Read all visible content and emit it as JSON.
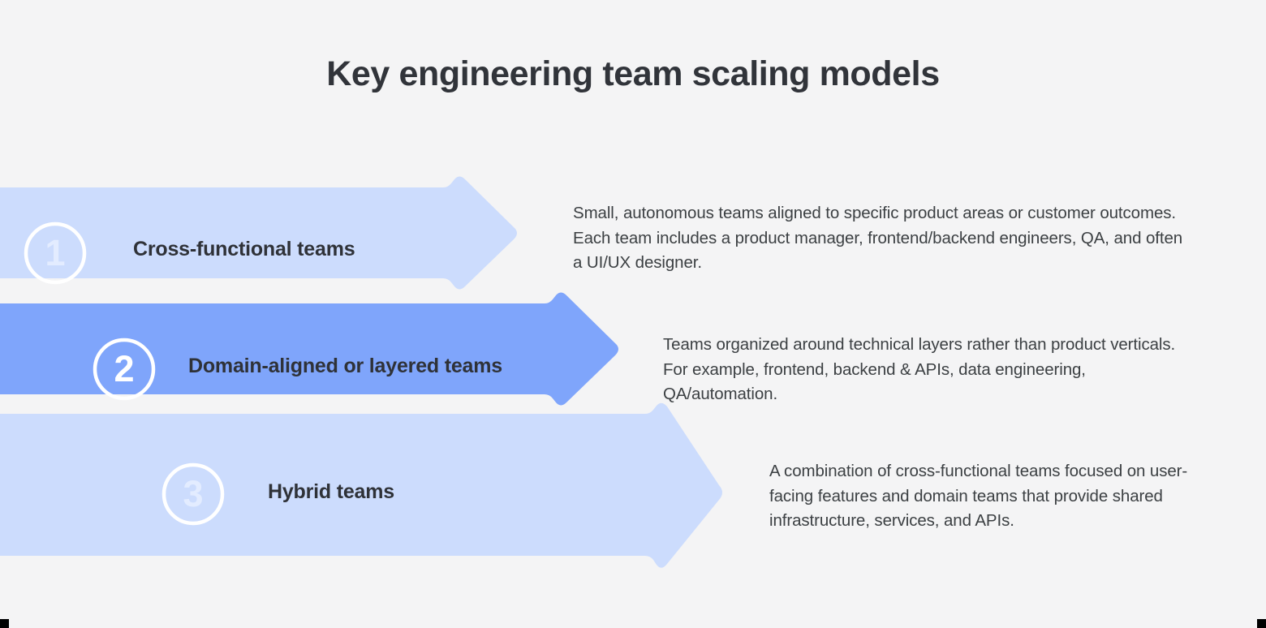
{
  "title": "Key engineering team scaling models",
  "colors": {
    "background": "#f4f4f5",
    "arrow_light": "#ccdcfd",
    "arrow_highlight": "#7fa5fb",
    "title_text": "#31343a",
    "label_text": "#2f3238",
    "body_text": "#3c4043",
    "badge_ring": "#ffffff",
    "badge_number_light": "#e3ecff",
    "badge_number_highlight": "#ffffff"
  },
  "rows": [
    {
      "number": "1",
      "label": "Cross-functional teams",
      "description": "Small, autonomous teams aligned to specific product areas or customer outcomes. Each team includes a product manager, frontend/backend engineers, QA, and often a UI/UX designer.",
      "highlighted": false
    },
    {
      "number": "2",
      "label": "Domain-aligned or layered teams",
      "description": "Teams organized around technical layers rather than product verticals. For example, frontend, backend & APIs, data engineering, QA/automation.",
      "highlighted": true
    },
    {
      "number": "3",
      "label": "Hybrid teams",
      "description": "A combination of cross-functional teams focused on user-facing features and domain teams that provide shared infrastructure, services, and APIs.",
      "highlighted": false
    }
  ]
}
